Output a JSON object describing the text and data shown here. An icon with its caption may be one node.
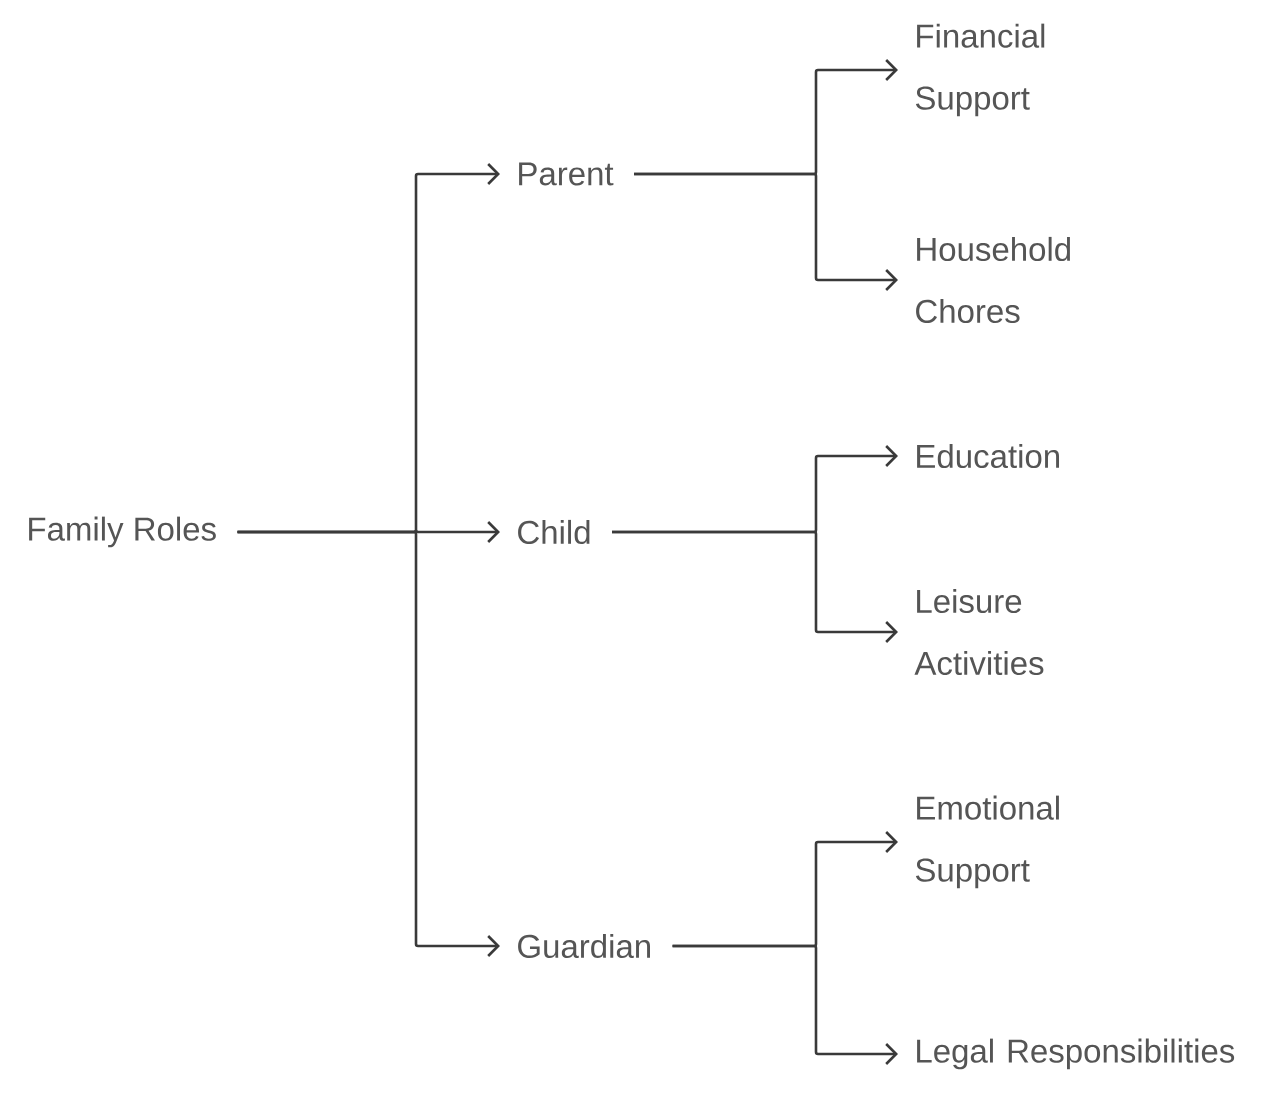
{
  "diagram": {
    "nodes": [
      {
        "text": [
          "Family Roles"
        ]
      },
      {
        "text": [
          "Parent"
        ]
      },
      {
        "text": [
          "Child"
        ]
      },
      {
        "text": [
          "Guardian"
        ]
      },
      {
        "text": [
          "Financial Support"
        ]
      },
      {
        "text": [
          "Household Chores"
        ]
      },
      {
        "text": [
          "Education"
        ]
      },
      {
        "text": [
          "Leisure Activities"
        ]
      },
      {
        "text": [
          "Emotional Support"
        ]
      },
      {
        "text": [
          "Legal Responsibilities"
        ]
      }
    ],
    "edges": [
      {
        "from": 0,
        "to": 1,
        "arrow": "to"
      },
      {
        "from": 0,
        "to": 2,
        "arrow": "to"
      },
      {
        "from": 0,
        "to": 3,
        "arrow": "to"
      },
      {
        "from": 1,
        "to": 4,
        "arrow": "to"
      },
      {
        "from": 1,
        "to": 5,
        "arrow": "to"
      },
      {
        "from": 2,
        "to": 6,
        "arrow": "to"
      },
      {
        "from": 2,
        "to": 7,
        "arrow": "to"
      },
      {
        "from": 3,
        "to": 8,
        "arrow": "to"
      },
      {
        "from": 3,
        "to": 9,
        "arrow": "to"
      }
    ]
  }
}
